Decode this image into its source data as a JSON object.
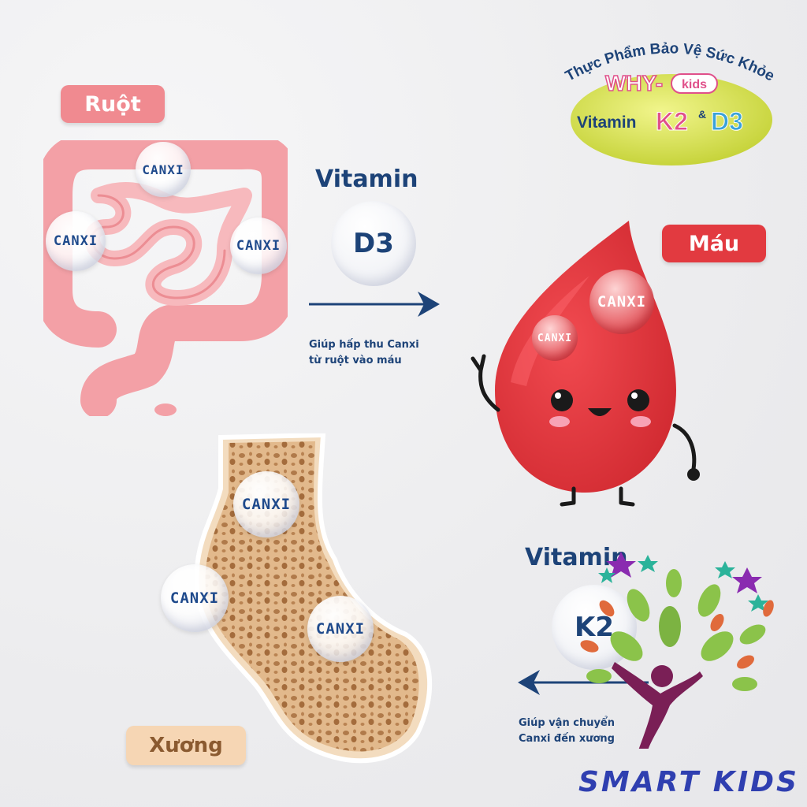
{
  "brand": {
    "tagline": "Thực Phẩm Bảo Vệ Sức Khỏe",
    "logo_why": "WHY-",
    "logo_kids": "kids",
    "product_prefix": "Vitamin",
    "product_k2": "K2",
    "product_amp": "&",
    "product_d3": "D3"
  },
  "sections": {
    "intestine_label": "Ruột",
    "blood_label": "Máu",
    "bone_label": "Xương"
  },
  "calcium_label": "CANXI",
  "vitamin_d3": {
    "title": "Vitamin",
    "name": "D3",
    "caption_line1": "Giúp hấp thu Canxi",
    "caption_line2": "từ ruột vào máu"
  },
  "vitamin_k2": {
    "title": "Vitamin",
    "name": "K2",
    "caption_line1": "Giúp vận chuyển",
    "caption_line2": "Canxi đến xương"
  },
  "watermark": "SMART KIDS",
  "colors": {
    "navy": "#1d4378",
    "intestine_pink": "#f3a0a6",
    "intestine_pill": "#f08a90",
    "blood_red": "#e8383e",
    "blood_pill": "#e23a40",
    "bone_tan": "#e9c79c",
    "bone_pill": "#f6d6b4",
    "logo_lime": "#d7e45a"
  }
}
